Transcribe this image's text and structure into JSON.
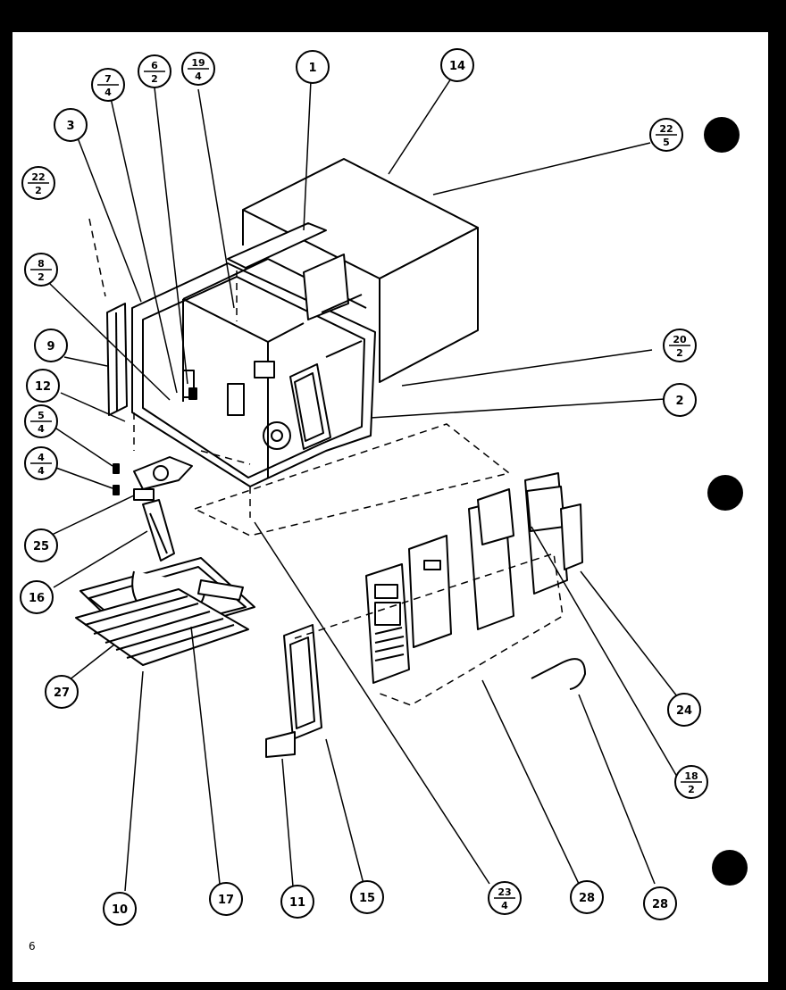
{
  "page": {
    "number": "6"
  },
  "callouts": [
    {
      "id": "c1",
      "top": "1",
      "bottom": ""
    },
    {
      "id": "c14",
      "top": "14",
      "bottom": ""
    },
    {
      "id": "c19-4",
      "top": "19",
      "bottom": "4"
    },
    {
      "id": "c6-2",
      "top": "6",
      "bottom": "2"
    },
    {
      "id": "c7-4",
      "top": "7",
      "bottom": "4"
    },
    {
      "id": "c3",
      "top": "3",
      "bottom": ""
    },
    {
      "id": "c22-2",
      "top": "22",
      "bottom": "2"
    },
    {
      "id": "c22-5",
      "top": "22",
      "bottom": "5"
    },
    {
      "id": "c8-2",
      "top": "8",
      "bottom": "2"
    },
    {
      "id": "c9",
      "top": "9",
      "bottom": ""
    },
    {
      "id": "c20-2",
      "top": "20",
      "bottom": "2"
    },
    {
      "id": "c2",
      "top": "2",
      "bottom": ""
    },
    {
      "id": "c12",
      "top": "12",
      "bottom": ""
    },
    {
      "id": "c5-4",
      "top": "5",
      "bottom": "4"
    },
    {
      "id": "c4-4",
      "top": "4",
      "bottom": "4"
    },
    {
      "id": "c25",
      "top": "25",
      "bottom": ""
    },
    {
      "id": "c16",
      "top": "16",
      "bottom": ""
    },
    {
      "id": "c27",
      "top": "27",
      "bottom": ""
    },
    {
      "id": "c24",
      "top": "24",
      "bottom": ""
    },
    {
      "id": "c18-2",
      "top": "18",
      "bottom": "2"
    },
    {
      "id": "c10",
      "top": "10",
      "bottom": ""
    },
    {
      "id": "c17",
      "top": "17",
      "bottom": ""
    },
    {
      "id": "c11",
      "top": "11",
      "bottom": ""
    },
    {
      "id": "c15",
      "top": "15",
      "bottom": ""
    },
    {
      "id": "c23-4",
      "top": "23",
      "bottom": "4"
    },
    {
      "id": "c28a",
      "top": "28",
      "bottom": ""
    },
    {
      "id": "c28b",
      "top": "28",
      "bottom": ""
    }
  ]
}
